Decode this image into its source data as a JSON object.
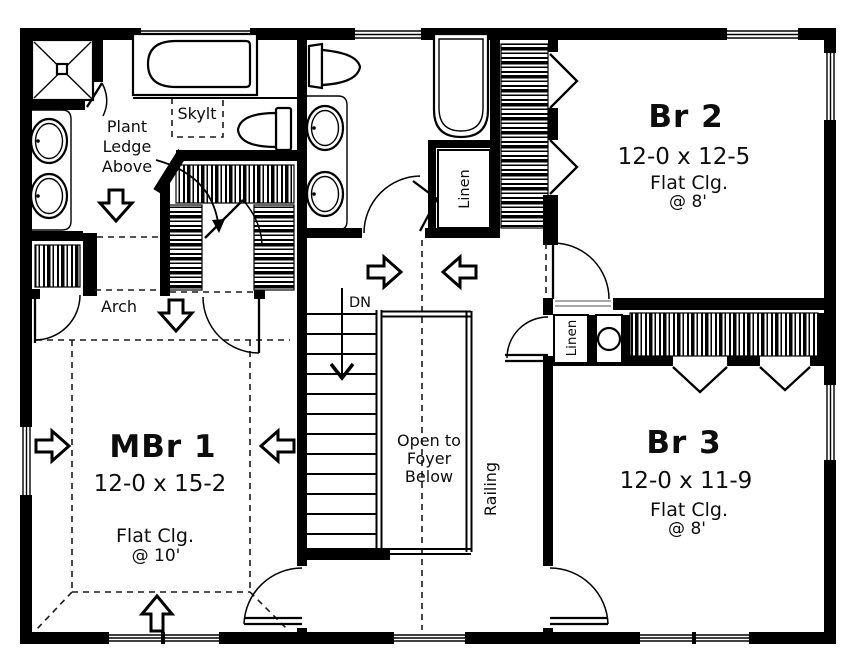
{
  "rooms": {
    "br2": {
      "name": "Br 2",
      "dims": "12-0 x 12-5",
      "ceiling": "Flat Clg.",
      "height": "@ 8'"
    },
    "br3": {
      "name": "Br 3",
      "dims": "12-0 x 11-9",
      "ceiling": "Flat Clg.",
      "height": "@ 8'"
    },
    "mbr1": {
      "name": "MBr 1",
      "dims": "12-0 x 15-2",
      "ceiling": "Flat Clg.",
      "height": "@ 10'"
    }
  },
  "labels": {
    "skylight": "Skylt",
    "plant_ledge_line1": "Plant",
    "plant_ledge_line2": "Ledge",
    "plant_ledge_line3": "Above",
    "arch": "Arch",
    "down": "DN",
    "open_foyer_line1": "Open to",
    "open_foyer_line2": "Foyer",
    "open_foyer_line3": "Below",
    "railing": "Railing",
    "linen_bath": "Linen",
    "linen_br3": "Linen"
  },
  "colors": {
    "line": "#000000",
    "background": "#ffffff",
    "threshold": "#999999"
  }
}
